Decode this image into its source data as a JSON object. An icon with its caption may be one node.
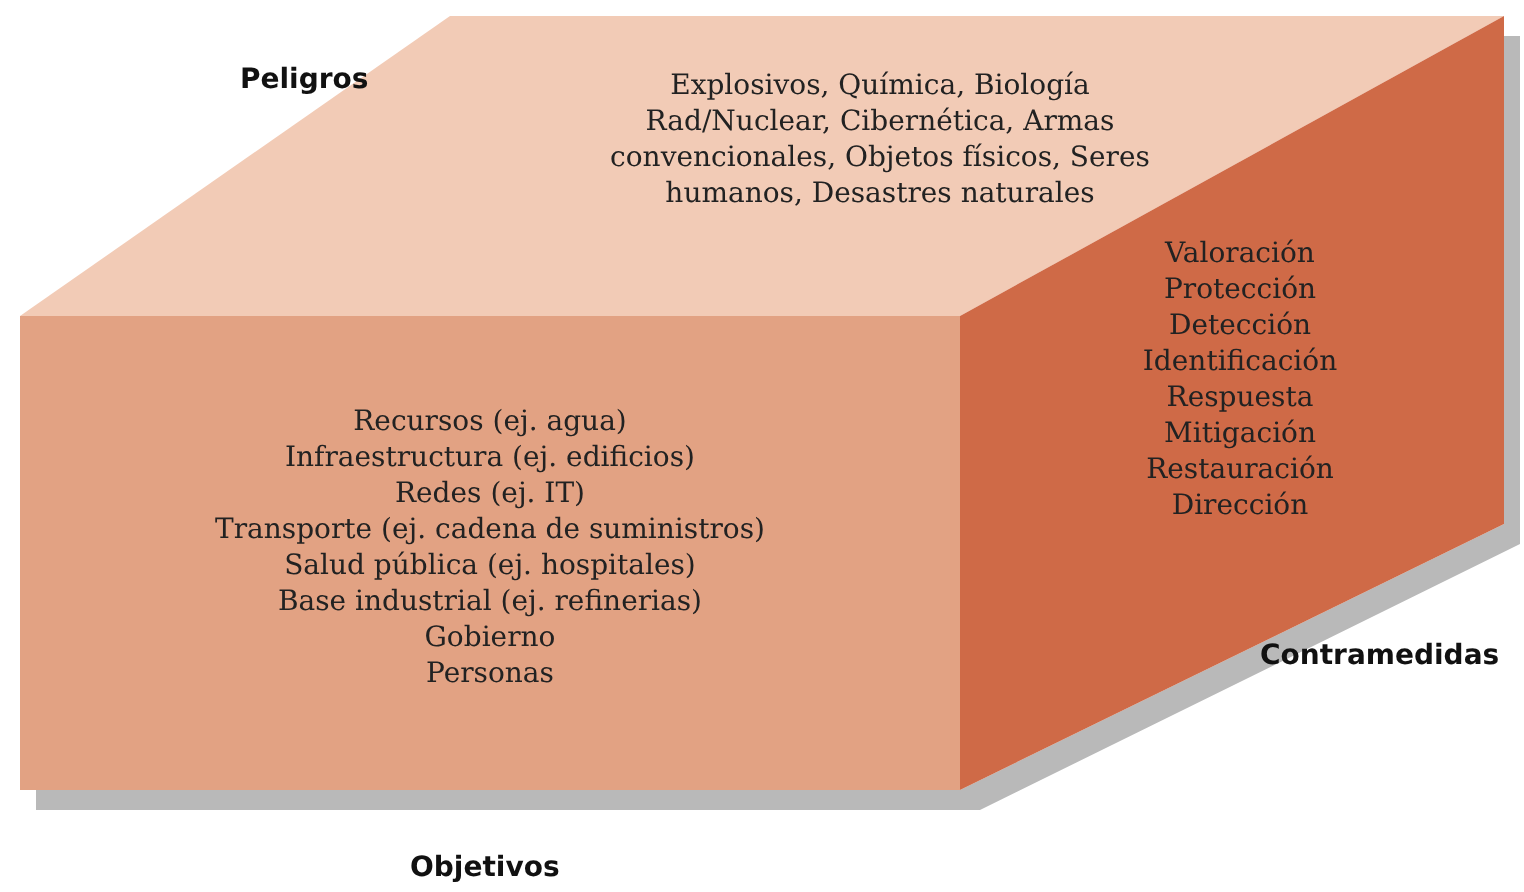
{
  "diagram": {
    "nodes": [
      {
        "text": [
          "Peligros",
          "Explosivos, Química, Biología Rad/Nuclear, Cibernética, Armas convencionales, Objetos físicos, Seres humanos, Desastres naturales"
        ]
      },
      {
        "text": [
          "Recursos (ej. agua)",
          "Infraestructura (ej. edificios)",
          "Redes (ej. IT)",
          "Transporte (ej. cadena de suministros)",
          "Salud pública (ej. hospitales)",
          "Base industrial (ej. refinerias)",
          "Gobierno",
          "Personas",
          "Objetivos"
        ]
      },
      {
        "text": [
          "Valoración",
          "Protección",
          "Detección",
          "Identificación",
          "Respuesta",
          "Mitigación",
          "Restauración",
          "Dirección",
          "Contramedidas"
        ]
      }
    ]
  }
}
